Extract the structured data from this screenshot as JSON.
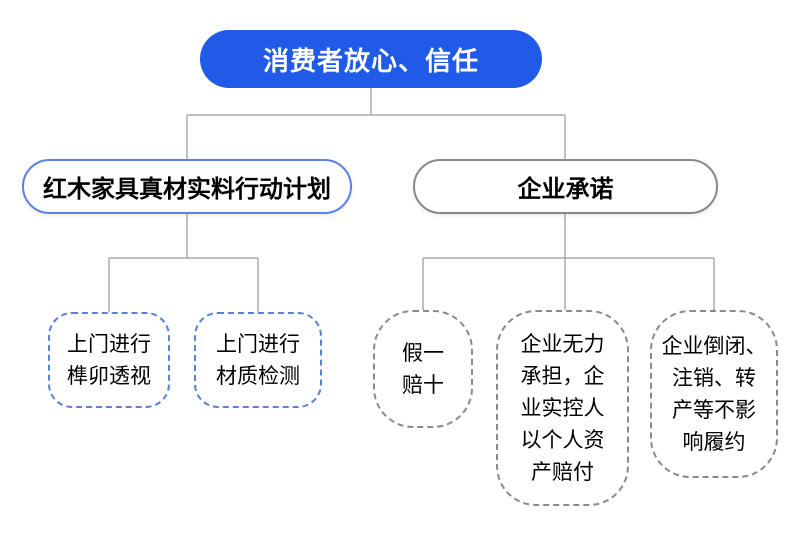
{
  "root": {
    "label": "消费者放心、信任"
  },
  "branches": [
    {
      "label": "红木家具真材实料行动计划",
      "children": [
        {
          "label": "上门进行\n榫卯透视"
        },
        {
          "label": "上门进行\n材质检测"
        }
      ]
    },
    {
      "label": "企业承诺",
      "children": [
        {
          "label": "假一\n赔十"
        },
        {
          "label": "企业无力\n承担，企\n业实控人\n以个人资\n产赔付"
        },
        {
          "label": "企业倒闭、\n注销、转\n产等不影\n响履约"
        }
      ]
    }
  ],
  "colors": {
    "root_fill": "#1f5ae8",
    "branch_a_border": "#5b80e8",
    "branch_b_border": "#888888",
    "connector": "#aaaaaa"
  }
}
